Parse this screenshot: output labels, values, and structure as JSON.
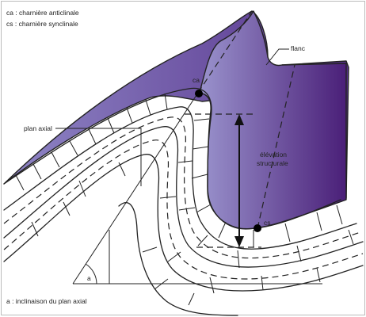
{
  "legend": {
    "ca_line": "ca : charnière anticlinale",
    "cs_line": "cs : charnière synclinale"
  },
  "labels": {
    "flanc": "flanc",
    "ca": "ca",
    "cs": "cs",
    "plan_axial": "plan axial",
    "elevation_line1": "élévation",
    "elevation_line2": "structurale",
    "angle_a": "a"
  },
  "footer": {
    "note": "a : inclinaison du plan axial"
  },
  "colors": {
    "flank_light": "#9a93cd",
    "flank_dark": "#4a1f78",
    "surface_light": "#8f86c6",
    "surface_dark": "#55308a",
    "outline": "#222222"
  }
}
